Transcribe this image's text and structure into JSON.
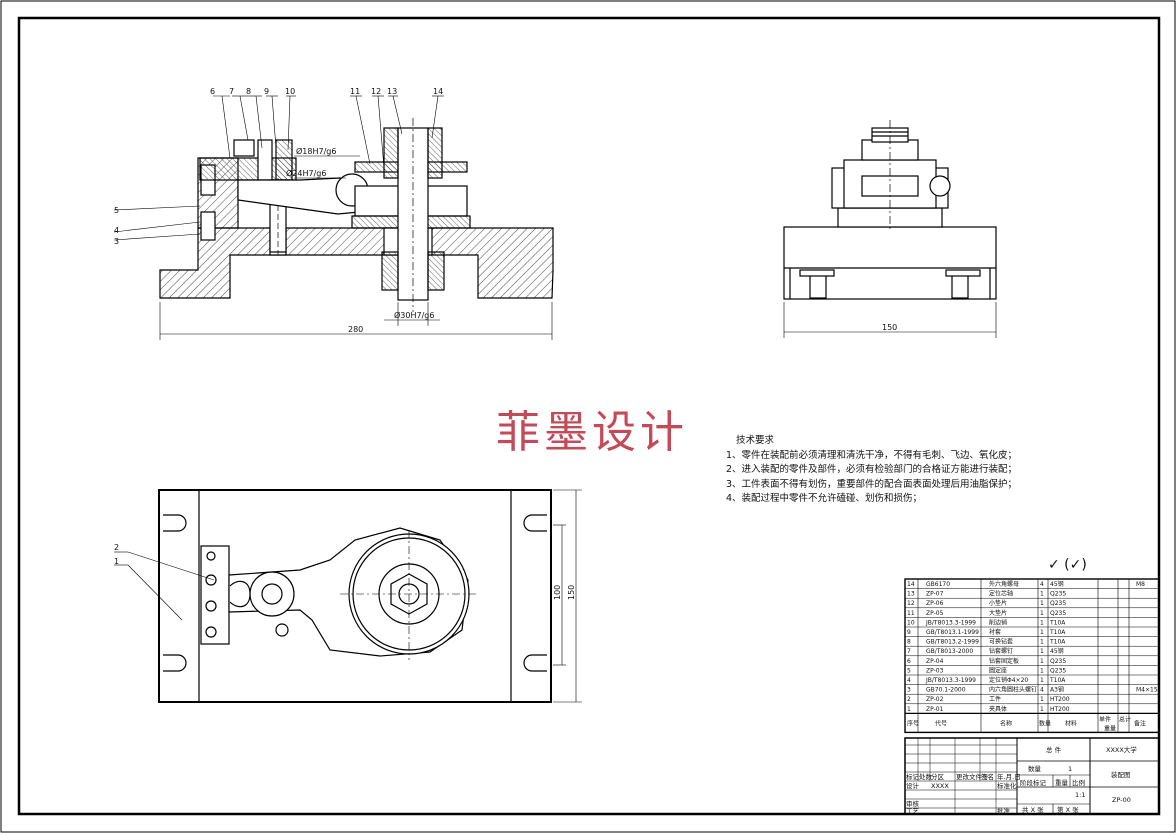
{
  "watermark": "菲墨设计",
  "tech_requirements": {
    "title": "技术要求",
    "items": [
      "1、零件在装配前必须清理和清洗干净，不得有毛刺、飞边、氧化皮；",
      "2、进入装配的零件及部件，必须有检验部门的合格证方能进行装配；",
      "3、工件表面不得有划伤，重要部件的配合面表面处理后用油脂保护；",
      "4、装配过程中零件不允许磕碰、划伤和损伤；"
    ]
  },
  "roughness": "✓ (✓)",
  "front_view": {
    "callouts": [
      "6",
      "7",
      "8",
      "9",
      "10",
      "11",
      "12",
      "13",
      "14",
      "5",
      "4",
      "3"
    ],
    "fits": [
      "Ø18H7/g6",
      "Ø24H7/g6",
      "Ø30H7/g6"
    ],
    "width_dim": "280"
  },
  "side_view": {
    "width_dim": "150"
  },
  "top_view": {
    "callouts": [
      "2",
      "1"
    ],
    "height_dims": [
      "100",
      "150"
    ]
  },
  "bom": {
    "rows": [
      {
        "no": "14",
        "code": "GB6170",
        "name": "外六角螺母",
        "qty": "4",
        "mat": "45钢",
        "note": "M8"
      },
      {
        "no": "13",
        "code": "ZP-07",
        "name": "定位芯轴",
        "qty": "1",
        "mat": "Q235",
        "note": ""
      },
      {
        "no": "12",
        "code": "ZP-06",
        "name": "小垫片",
        "qty": "1",
        "mat": "Q235",
        "note": ""
      },
      {
        "no": "11",
        "code": "ZP-05",
        "name": "大垫片",
        "qty": "1",
        "mat": "Q235",
        "note": ""
      },
      {
        "no": "10",
        "code": "JB/T8013.3-1999",
        "name": "削边销",
        "qty": "1",
        "mat": "T10A",
        "note": ""
      },
      {
        "no": "9",
        "code": "GB/T8013.1-1999",
        "name": "衬套",
        "qty": "1",
        "mat": "T10A",
        "note": ""
      },
      {
        "no": "8",
        "code": "GB/T8013.2-1999",
        "name": "可换钻套",
        "qty": "1",
        "mat": "T10A",
        "note": ""
      },
      {
        "no": "7",
        "code": "GB/T8013-2000",
        "name": "钻套螺钉",
        "qty": "1",
        "mat": "45钢",
        "note": ""
      },
      {
        "no": "6",
        "code": "ZP-04",
        "name": "钻套固定板",
        "qty": "1",
        "mat": "Q235",
        "note": ""
      },
      {
        "no": "5",
        "code": "ZP-03",
        "name": "圆定座",
        "qty": "1",
        "mat": "Q235",
        "note": ""
      },
      {
        "no": "4",
        "code": "JB/T8013.3-1999",
        "name": "定位销Φ4×20",
        "qty": "1",
        "mat": "T10A",
        "note": ""
      },
      {
        "no": "3",
        "code": "GB70.1-2000",
        "name": "内六角圆柱头螺钉",
        "qty": "4",
        "mat": "A3钢",
        "note": "M4×15"
      },
      {
        "no": "2",
        "code": "ZP-02",
        "name": "工件",
        "qty": "1",
        "mat": "HT200",
        "note": ""
      },
      {
        "no": "1",
        "code": "ZP-01",
        "name": "夹具体",
        "qty": "1",
        "mat": "HT200",
        "note": ""
      }
    ],
    "header": {
      "no": "序号",
      "code": "代号",
      "name": "名称",
      "qty": "数量",
      "mat": "材料",
      "w1": "单件",
      "w2": "总计",
      "weight": "重量",
      "note": "备注"
    }
  },
  "title_block": {
    "assembly": "总 件",
    "school": "XXXX大学",
    "drawing_name": "装配图",
    "drawing_no": "ZP-00",
    "qty_label": "数量",
    "qty_value": "1",
    "stage_label": "阶段标记",
    "weight_label": "重量",
    "scale_label": "比例",
    "scale_value": "1:1",
    "sheets": "共 X 张",
    "sheet": "第 X 张",
    "rev_labels": [
      "标记",
      "处数",
      "分区",
      "更改文件号",
      "签名",
      "年.月.日"
    ],
    "design_label": "设计",
    "design_value": "XXXX",
    "std_label": "标准化",
    "check_label": "审核",
    "process_label": "工艺",
    "approve_label": "批准"
  }
}
